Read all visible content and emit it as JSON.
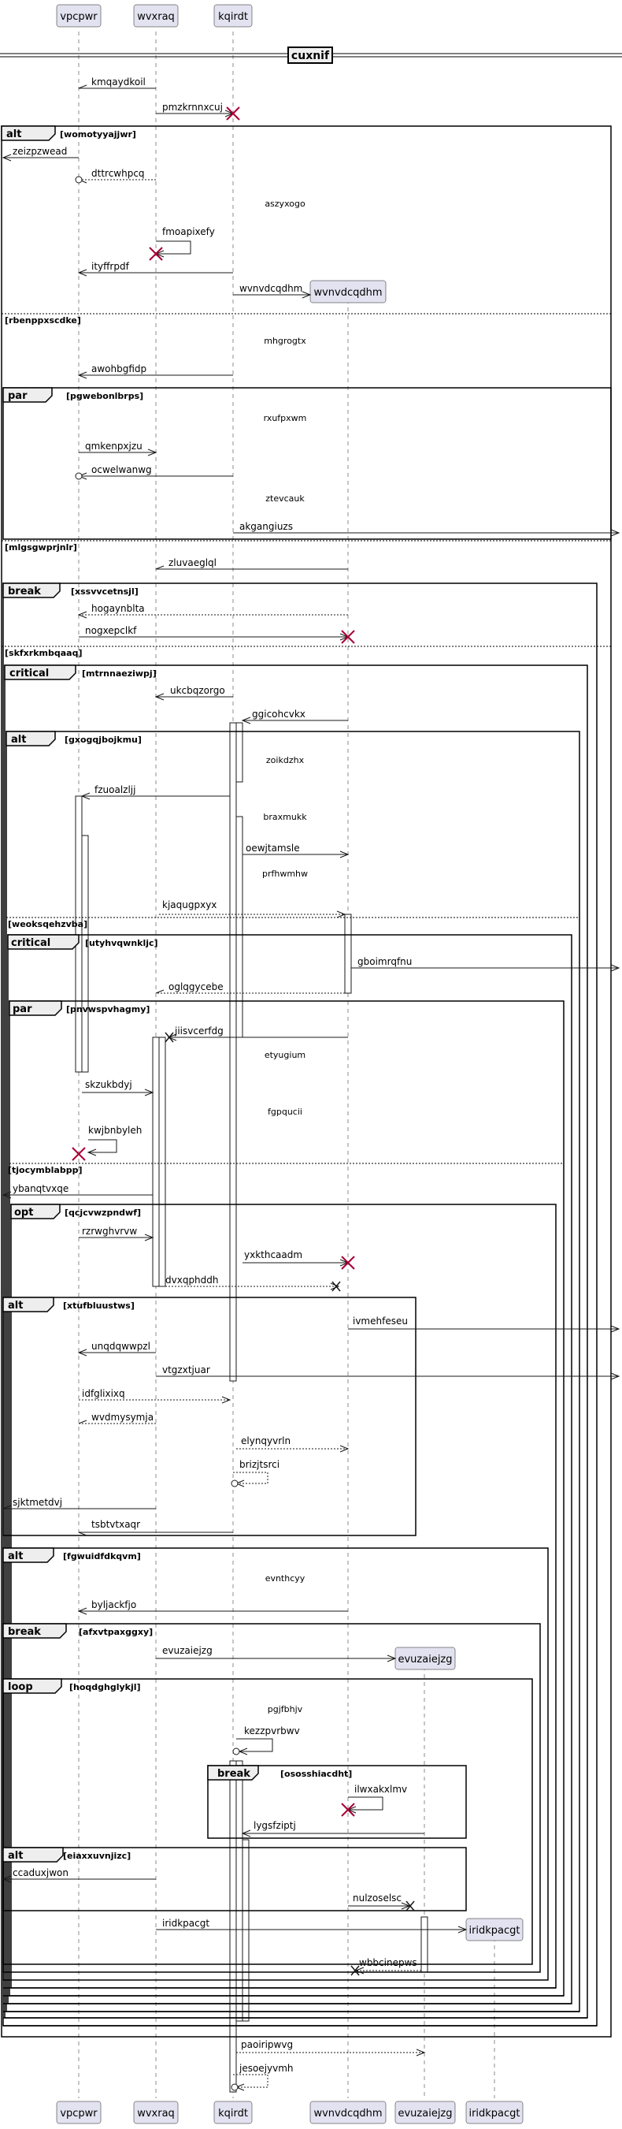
{
  "diagram": {
    "title": "cuxnif",
    "participants": [
      "vpcpwr",
      "wvxraq",
      "kqirdt",
      "wvnvdcqdhm",
      "evuzaiejzg",
      "iridkpacgt"
    ],
    "messages": [
      "kmqaydkoil",
      "pmzkrnnxcuj",
      "zeizpzwead",
      "dttrcwhpcq",
      "fmoapixefy",
      "ityffrpdf",
      "wvnvdcqdhm",
      "awohbgfidp",
      "qmkenpxjzu",
      "ocwelwanwg",
      "akgangiuzs",
      "zluvaeglql",
      "hogaynblta",
      "nogxepclkf",
      "ukcbqzorgo",
      "ggicohcvkx",
      "fzuoalzljj",
      "oewjtamsle",
      "kjaqugpxyx",
      "gboimrqfnu",
      "oglqgycebe",
      "jiisvcerfdg",
      "skzukbdyj",
      "kwjbnbyleh",
      "ybanqtvxqe",
      "rzrwghvrvw",
      "yxkthcaadm",
      "dvxqphddh",
      "ivmehfeseu",
      "unqdqwwpzl",
      "vtgzxtjuar",
      "idfglixixq",
      "wvdmysymja",
      "elynqyvrln",
      "brizjtsrci",
      "sjktmetdvj",
      "tsbtvtxaqr",
      "byljackfjo",
      "evuzaiejzg",
      "kezzpvrbwv",
      "ilwxakxlmv",
      "lygsfziptj",
      "ccaduxjwon",
      "nulzoselsc",
      "iridkpacgt",
      "wbbcinepws",
      "paoiripwvg",
      "jesoejyvmh"
    ],
    "notes": [
      "aszyxogo",
      "mhgrogtx",
      "rxufpxwm",
      "ztevcauk",
      "zoikdzhx",
      "braxmukk",
      "prfhwmhw",
      "etyugium",
      "fgpqucii",
      "evnthcyy",
      "pgjfbhjv"
    ],
    "fragments": [
      {
        "kind": "alt",
        "guard": "[womotyyajjwr]"
      },
      {
        "kind": "",
        "guard": "[rbenppxscdke]"
      },
      {
        "kind": "par",
        "guard": "[pgwebonlbrps]"
      },
      {
        "kind": "",
        "guard": "[mlgsgwprjnlr]"
      },
      {
        "kind": "break",
        "guard": "[xssvvcetnsjl]"
      },
      {
        "kind": "",
        "guard": "[skfxrkmbqaaq]"
      },
      {
        "kind": "critical",
        "guard": "[mtrnnaeziwpj]"
      },
      {
        "kind": "alt",
        "guard": "[gxogqjbojkmu]"
      },
      {
        "kind": "",
        "guard": "[weoksqehzvba]"
      },
      {
        "kind": "critical",
        "guard": "[utyhvqwnkljc]"
      },
      {
        "kind": "par",
        "guard": "[pnvwspvhagmy]"
      },
      {
        "kind": "",
        "guard": "[tjocymblabpp]"
      },
      {
        "kind": "opt",
        "guard": "[qcjcvwzpndwf]"
      },
      {
        "kind": "alt",
        "guard": "[xtufbluustws]"
      },
      {
        "kind": "alt",
        "guard": "[fgwuidfdkqvm]"
      },
      {
        "kind": "break",
        "guard": "[afxvtpaxggxy]"
      },
      {
        "kind": "loop",
        "guard": "[hoqdghglykjl]"
      },
      {
        "kind": "break",
        "guard": "[ososshiacdht]"
      },
      {
        "kind": "alt",
        "guard": "[eiaxxuvnjizc]"
      }
    ]
  }
}
